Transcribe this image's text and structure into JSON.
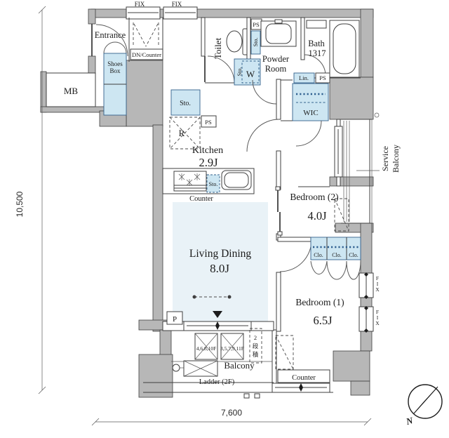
{
  "dimensions": {
    "height": "10,500",
    "width": "7,600"
  },
  "compass": {
    "north": "N"
  },
  "fix": "FIX",
  "rooms": {
    "entrance": "Entrance",
    "mb": "MB",
    "toilet": "Toilet",
    "powder": [
      "Powder",
      "Room"
    ],
    "bath": [
      "Bath",
      "1317"
    ],
    "wic": "WIC",
    "service_balcony": [
      "Service",
      "Balcony"
    ],
    "kitchen": {
      "name": "Kitchen",
      "size": "2.9J"
    },
    "living_dining": {
      "name": "Living Dining",
      "size": "8.0J"
    },
    "bedroom2": {
      "name": "Bedroom (2)",
      "size": "4.0J"
    },
    "bedroom1": {
      "name": "Bedroom (1)",
      "size": "6.5J"
    },
    "balcony": "Balcony"
  },
  "labels": {
    "shoes_box": [
      "Shoes",
      "Box"
    ],
    "dn_counter": "DN/Counter",
    "ps": "PS",
    "sto": "Sto.",
    "washer": "W",
    "lin": "Lin.",
    "fridge": "R",
    "counter": "Counter",
    "clo": "Clo.",
    "pipe": "P",
    "ladder": "Ladder (2F)",
    "ac_floors_even": "4,6,8,10F",
    "ac_floors_odd": "3,5,7,9,11F",
    "stack": "2段積"
  },
  "colors": {
    "wall": "#b7b7b7",
    "storage": "#cde6f2",
    "floor_tint": "#e9f2f7"
  }
}
